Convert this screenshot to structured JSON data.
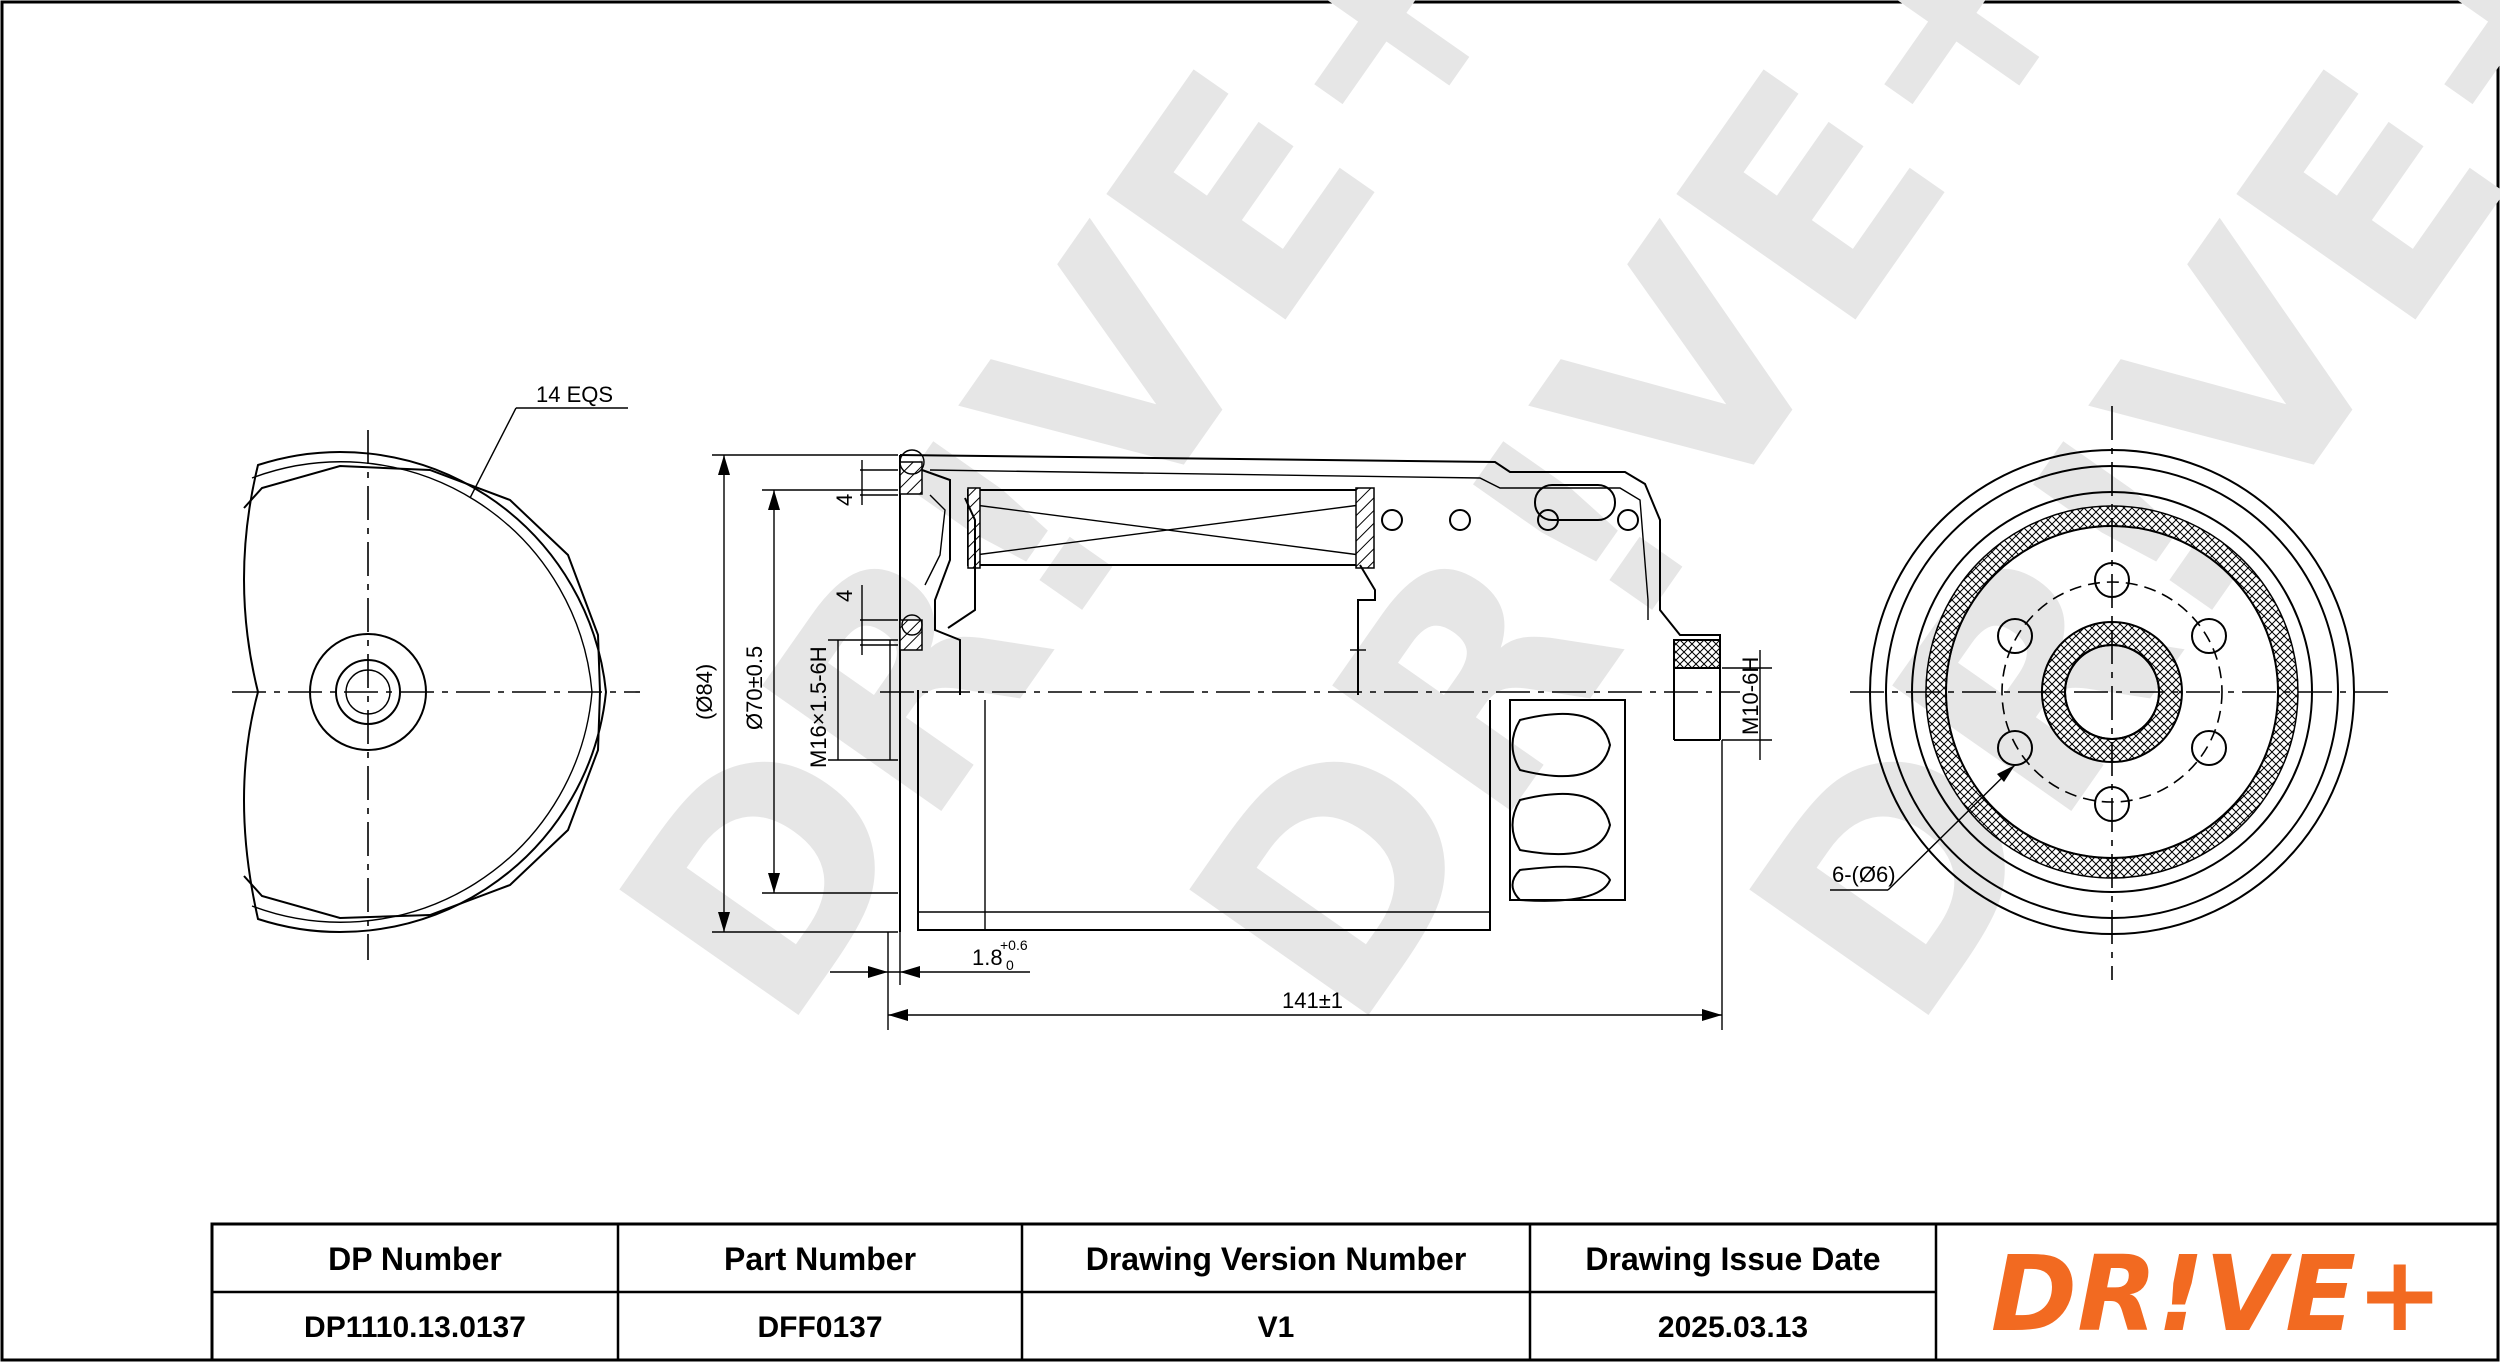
{
  "watermark": "DR!VE+",
  "dimensions": {
    "across_flats": "14 EQS",
    "outer_diameter": "(Ø84)",
    "gasket_diameter": "Ø70±0.5",
    "inlet_thread": "M16×1.5-6H",
    "drain_thread": "M10-6H",
    "gasket_offset_a": "4",
    "gasket_offset_b": "4",
    "seal_gap": "1.8",
    "seal_gap_upper_tol": "+0.6",
    "seal_gap_lower_tol": "0",
    "length": "141±1",
    "holes": "6-(Ø6)"
  },
  "title_block": {
    "headers": [
      "DP Number",
      "Part Number",
      "Drawing Version Number",
      "Drawing Issue Date"
    ],
    "values": [
      "DP1110.13.0137",
      "DFF0137",
      "V1",
      "2025.03.13"
    ],
    "logo": "DR!VE+",
    "logo_color": "#f26a21"
  }
}
